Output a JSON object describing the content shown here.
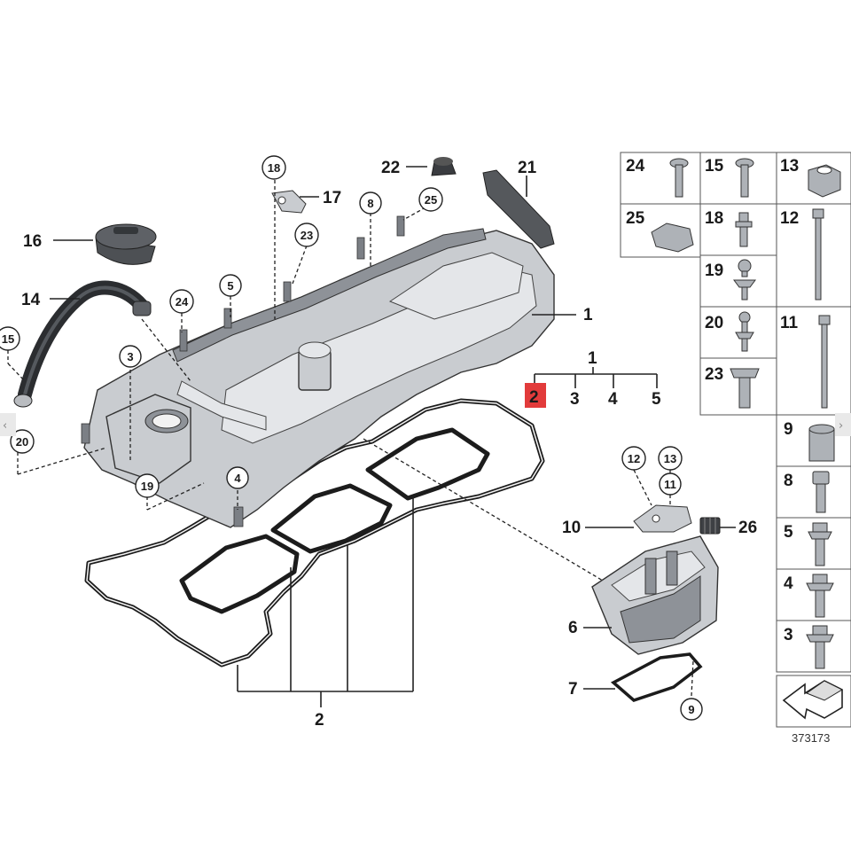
{
  "diagram": {
    "callouts": {
      "c1": "1",
      "c2_bottom": "2",
      "c6": "6",
      "c7": "7",
      "c10": "10",
      "c14": "14",
      "c16": "16",
      "c17": "17",
      "c21": "21",
      "c22": "22",
      "c26": "26"
    },
    "circled": {
      "c3": "3",
      "c4": "4",
      "c5": "5",
      "c8": "8",
      "c9": "9",
      "c11": "11",
      "c12": "12",
      "c13": "13",
      "c15": "15",
      "c18": "18",
      "c19": "19",
      "c20": "20",
      "c23": "23",
      "c24": "24",
      "c25": "25"
    },
    "breakdown": {
      "parent": "1",
      "highlighted": "2",
      "children": [
        "3",
        "4",
        "5"
      ],
      "highlight_color": "#e23b3b"
    },
    "parts_grid": [
      "24",
      "15",
      "13",
      "25",
      "18",
      "12",
      "19",
      "20",
      "11",
      "23",
      "9",
      "8",
      "5",
      "4",
      "3"
    ],
    "reference_number": "373173"
  },
  "nav": {
    "prev_icon": "chevron-left-icon",
    "next_icon": "chevron-right-icon"
  }
}
